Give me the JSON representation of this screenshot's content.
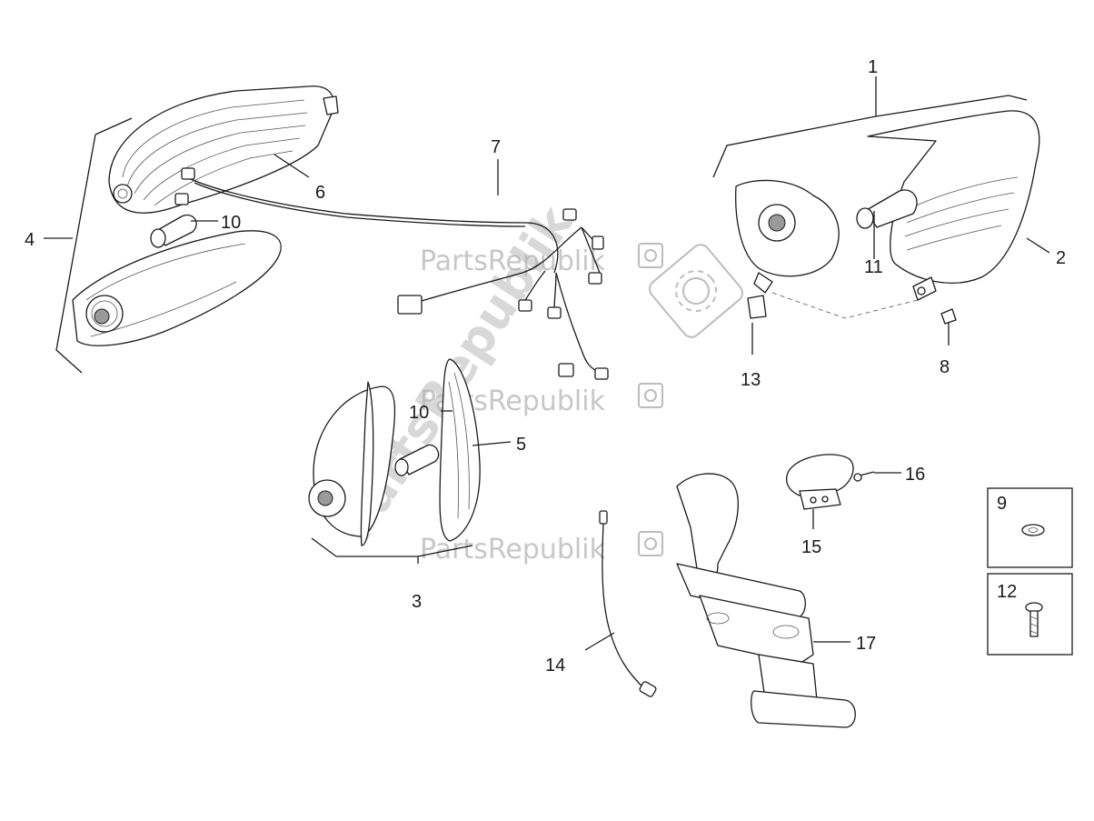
{
  "watermark": {
    "text": "PartsRepublik"
  },
  "callouts": {
    "c1": "1",
    "c2": "2",
    "c3": "3",
    "c4": "4",
    "c5": "5",
    "c6": "6",
    "c7": "7",
    "c8": "8",
    "c9": "9",
    "c10a": "10",
    "c10b": "10",
    "c11": "11",
    "c12": "12",
    "c13": "13",
    "c14": "14",
    "c15": "15",
    "c16": "16",
    "c17": "17"
  },
  "colors": {
    "line": "#1a1a1a",
    "watermark": "#b5b5b5",
    "background": "#ffffff"
  }
}
